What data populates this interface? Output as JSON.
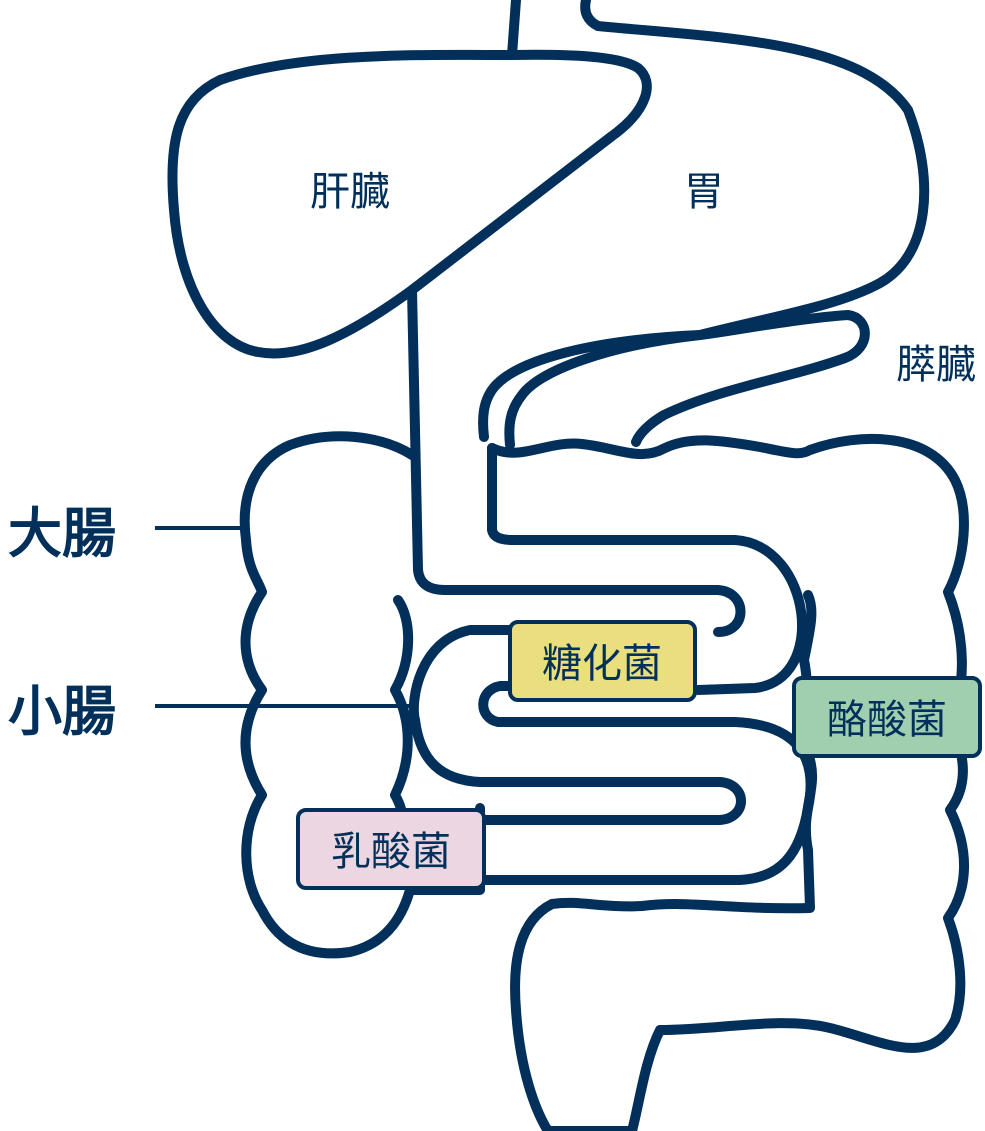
{
  "organs": {
    "liver": "肝臓",
    "stomach": "胃",
    "pancreas": "膵臓"
  },
  "sections": {
    "large_intestine": "大腸",
    "small_intestine": "小腸"
  },
  "bacteria": {
    "saccharolytic": {
      "label": "糖化菌",
      "color": "#e9df7e"
    },
    "butyric": {
      "label": "酪酸菌",
      "color": "#9fcfae"
    },
    "lactic": {
      "label": "乳酸菌",
      "color": "#ecd6e1"
    }
  },
  "colors": {
    "outline": "#02305a",
    "background": "#ffffff"
  }
}
